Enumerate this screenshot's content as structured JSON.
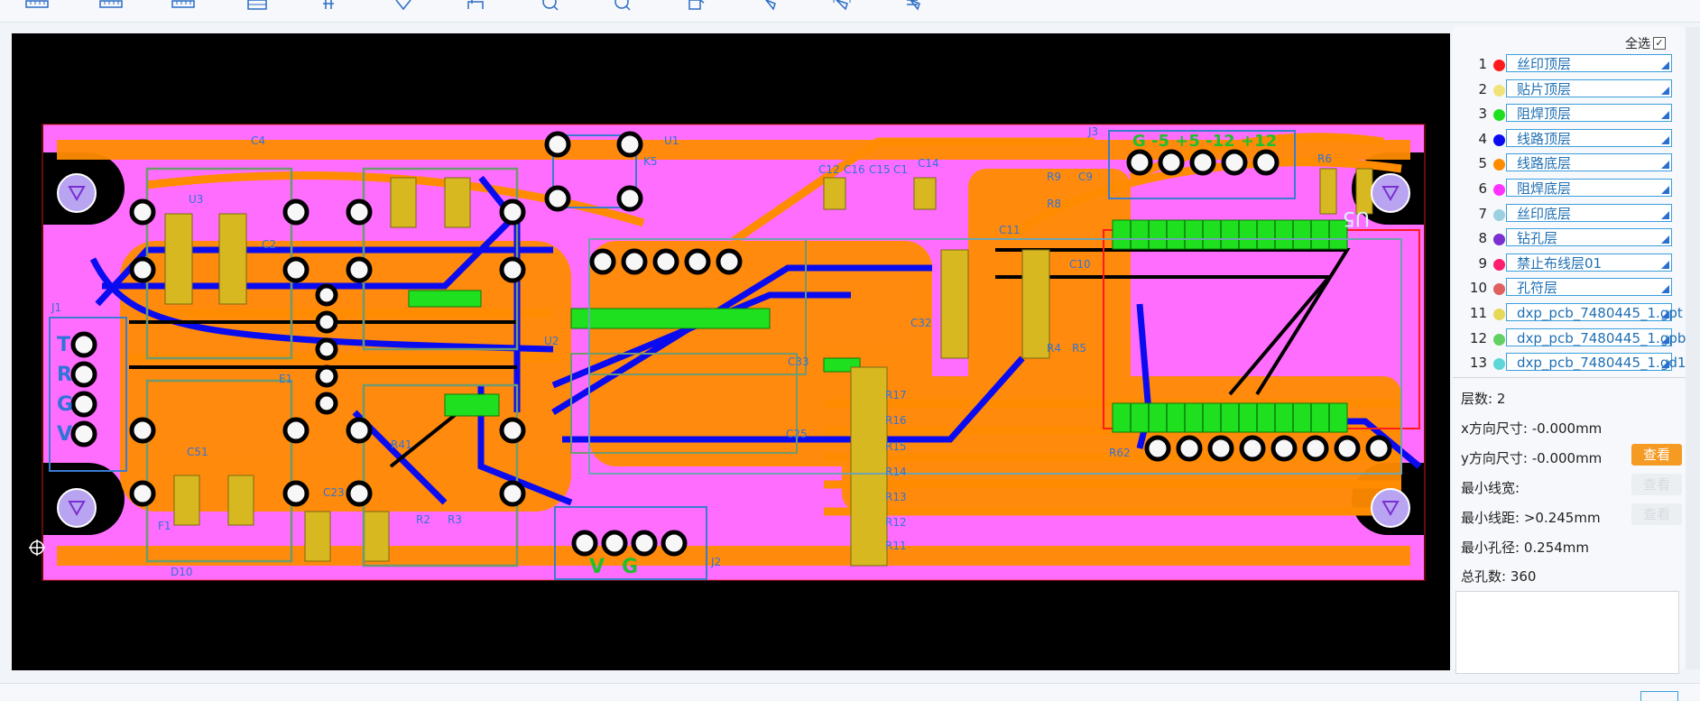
{
  "toolbar": {
    "icons": [
      "ruler-icon",
      "ruler-icon",
      "ruler-icon",
      "image-icon",
      "tool-icon",
      "pen-icon",
      "layers-icon",
      "zoom-in-icon",
      "zoom-out-icon",
      "rotate-icon",
      "select-icon",
      "select-area-icon",
      "measure-icon"
    ]
  },
  "viewer": {
    "silk_labels": {
      "c4": "C4",
      "u3": "U3",
      "c2": "C2",
      "u2": "U2",
      "k5": "K5",
      "u1": "U1",
      "c12": "C12",
      "c16": "C16",
      "c15": "C15",
      "c1": "C1",
      "c14": "C14",
      "r9": "R9",
      "r8": "R8",
      "c9": "C9",
      "c11": "C11",
      "c10": "C10",
      "r6": "R6",
      "r4": "R4",
      "r5": "R5",
      "c32": "C32",
      "c33": "C33",
      "c25": "C25",
      "r17": "R17",
      "r16": "R16",
      "r15": "R15",
      "r14": "R14",
      "r13": "R13",
      "r12": "R12",
      "r11": "R11",
      "j1": "J1",
      "j2": "J2",
      "j3": "J3",
      "u5": "U5",
      "c51": "C51",
      "f1": "F1",
      "d10": "D10",
      "r41": "R41",
      "r2": "R2",
      "r3": "R3",
      "r62": "R62",
      "c23": "C23",
      "e1": "E1",
      "j1_t": "T",
      "j1_r": "R",
      "j1_g": "G",
      "j1_v": "V",
      "j2_v": "V",
      "j2_g": "G",
      "j3_pins": "G  -5  +5  -12 +12"
    },
    "colors": {
      "silk": "#ff1b1b",
      "paste": "#f2e27a",
      "mask_top": "#1fe01f",
      "copper_top": "#0b0bf0",
      "copper_bottom": "#ff8c00",
      "mask_bottom": "#ff6dff",
      "silk_bottom": "#9ad0e0",
      "drill": "#7b2fd0",
      "keepout": "#ff1f4f"
    }
  },
  "right_panel": {
    "select_all_label": "全选",
    "layers": [
      {
        "num": "1",
        "name": "丝印顶层",
        "color": "#ff1b1b"
      },
      {
        "num": "2",
        "name": "贴片顶层",
        "color": "#f2e27a"
      },
      {
        "num": "3",
        "name": "阻焊顶层",
        "color": "#1fe01f"
      },
      {
        "num": "4",
        "name": "线路顶层",
        "color": "#0b0bf0"
      },
      {
        "num": "5",
        "name": "线路底层",
        "color": "#ff8c00"
      },
      {
        "num": "6",
        "name": "阻焊底层",
        "color": "#ff33ff"
      },
      {
        "num": "7",
        "name": "丝印底层",
        "color": "#9ad0e0"
      },
      {
        "num": "8",
        "name": "钻孔层",
        "color": "#7b2fd0"
      },
      {
        "num": "9",
        "name": "禁止布线层01",
        "color": "#ff1f6f"
      },
      {
        "num": "10",
        "name": "孔符层",
        "color": "#e06060"
      },
      {
        "num": "11",
        "name": "dxp_pcb_7480445_1.gpt",
        "color": "#e8d85a"
      },
      {
        "num": "12",
        "name": "dxp_pcb_7480445_1.gpb",
        "color": "#62d062"
      },
      {
        "num": "13",
        "name": "dxp_pcb_7480445_1.gd1",
        "color": "#5cd6d6"
      }
    ],
    "info": {
      "layer_count_label": "层数:",
      "layer_count": "2",
      "x_size_label": "x方向尺寸:",
      "x_size": "-0.000mm",
      "y_size_label": "y方向尺寸:",
      "y_size": "-0.000mm",
      "min_width_label": "最小线宽:",
      "min_width": "",
      "min_spacing_label": "最小线距:",
      "min_spacing": ">0.245mm",
      "min_hole_label": "最小孔径:",
      "min_hole": "0.254mm",
      "total_holes_label": "总孔数:",
      "total_holes": "360",
      "view_button": "查看",
      "view_button_disabled": "查看"
    }
  }
}
